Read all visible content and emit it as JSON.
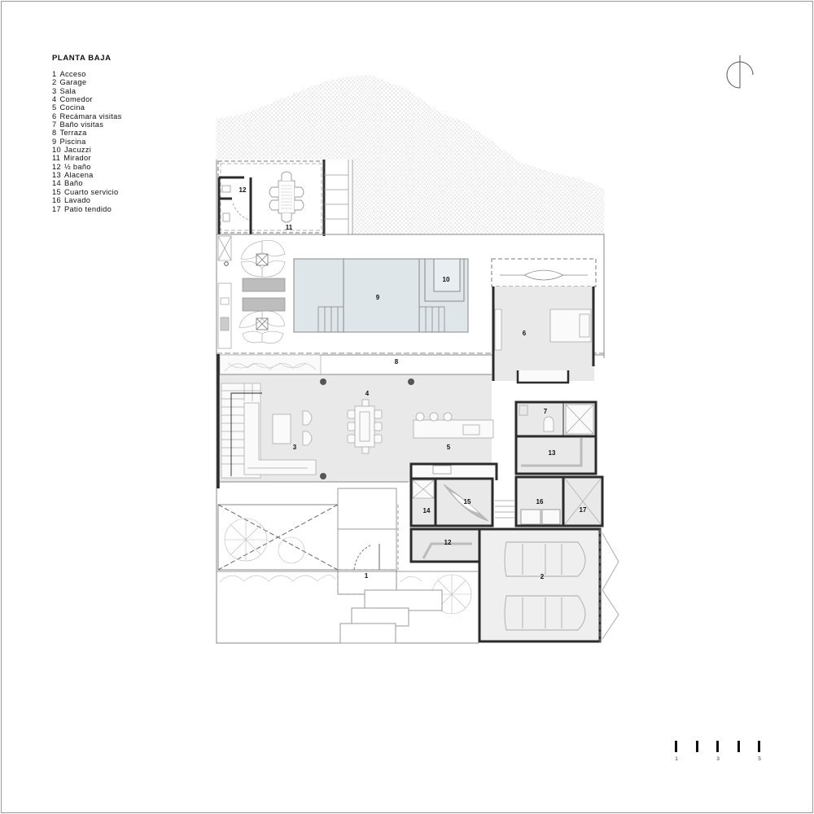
{
  "plan": {
    "title": "PLANTA BAJA",
    "legend": [
      {
        "num": "1",
        "label": "Acceso"
      },
      {
        "num": "2",
        "label": "Garage"
      },
      {
        "num": "3",
        "label": "Sala"
      },
      {
        "num": "4",
        "label": "Comedor"
      },
      {
        "num": "5",
        "label": "Cocina"
      },
      {
        "num": "6",
        "label": "Recámara visitas"
      },
      {
        "num": "7",
        "label": "Baño visitas"
      },
      {
        "num": "8",
        "label": "Terraza"
      },
      {
        "num": "9",
        "label": "Piscina"
      },
      {
        "num": "10",
        "label": "Jacuzzi"
      },
      {
        "num": "11",
        "label": "Mirador"
      },
      {
        "num": "12",
        "label": "½ baño"
      },
      {
        "num": "13",
        "label": "Alacena"
      },
      {
        "num": "14",
        "label": "Baño"
      },
      {
        "num": "15",
        "label": "Cuarto servicio"
      },
      {
        "num": "16",
        "label": "Lavado"
      },
      {
        "num": "17",
        "label": "Patio tendido"
      }
    ],
    "room_labels": {
      "acceso": "1",
      "garage": "2",
      "sala": "3",
      "comedor": "4",
      "cocina": "5",
      "recamara": "6",
      "bano_visitas": "7",
      "terraza": "8",
      "piscina": "9",
      "jacuzzi": "10",
      "mirador": "11",
      "medio_bano_mirador": "12",
      "medio_bano_service": "12",
      "alacena": "13",
      "bano": "14",
      "cuarto_servicio": "15",
      "lavado": "16",
      "patio_tendido": "17"
    },
    "north_arrow": "north-arrow-icon",
    "scale_bar": {
      "labels": [
        "1",
        "3",
        "5"
      ]
    },
    "colors": {
      "wall": "#2b2b2b",
      "floor": "#e9e9e9",
      "pool": "#dfe6ea",
      "line": "#8a8a8a",
      "terrain": "#c9c9c9"
    }
  }
}
